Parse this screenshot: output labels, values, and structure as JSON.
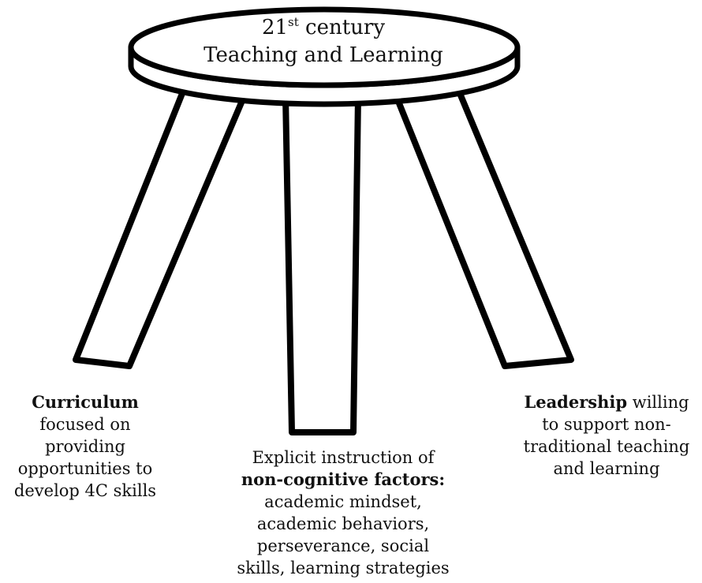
{
  "seat": {
    "line1_main": "21",
    "line1_sup": "st",
    "line1_rest": " century",
    "line2": "Teaching and Learning"
  },
  "left_leg": {
    "title": "Curriculum",
    "lines": [
      "focused on",
      "providing",
      "opportunities to",
      "develop 4C skills"
    ]
  },
  "middle_leg": {
    "intro": "Explicit instruction of",
    "title": "non-cognitive factors",
    "title_suffix": ":",
    "lines": [
      "academic mindset,",
      "academic behaviors,",
      "perseverance, social",
      "skills, learning strategies"
    ]
  },
  "right_leg": {
    "title": "Leadership",
    "title_rest": " willing",
    "lines": [
      "to support non-",
      "traditional teaching",
      "and learning"
    ]
  }
}
